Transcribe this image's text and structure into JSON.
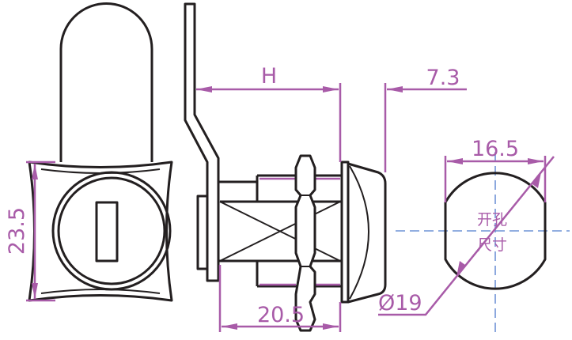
{
  "dimensions": {
    "height_front": "23.5",
    "offset_h": "H",
    "flange": "7.3",
    "body_length": "20.5",
    "diameter": "Ø19",
    "cutout_width": "16.5"
  },
  "cutout_label": {
    "line1": "开孔",
    "line2": "尺寸"
  },
  "colors": {
    "outline": "#231f20",
    "dimension": "#a85ba8",
    "centerline": "#6f93d6"
  }
}
